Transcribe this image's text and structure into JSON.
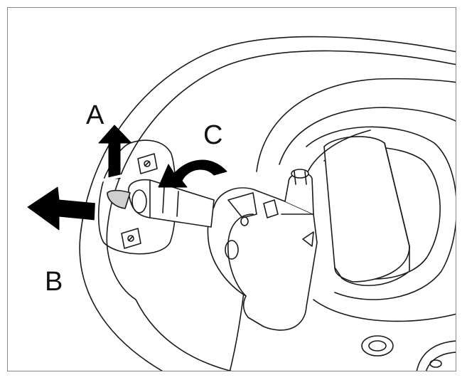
{
  "labels": {
    "a": "A",
    "b": "B",
    "c": "C"
  },
  "colors": {
    "line": "#1a1a1a",
    "arrow": "#000000",
    "shade": "#d9d9d9",
    "frame": "#8a8a8a"
  }
}
